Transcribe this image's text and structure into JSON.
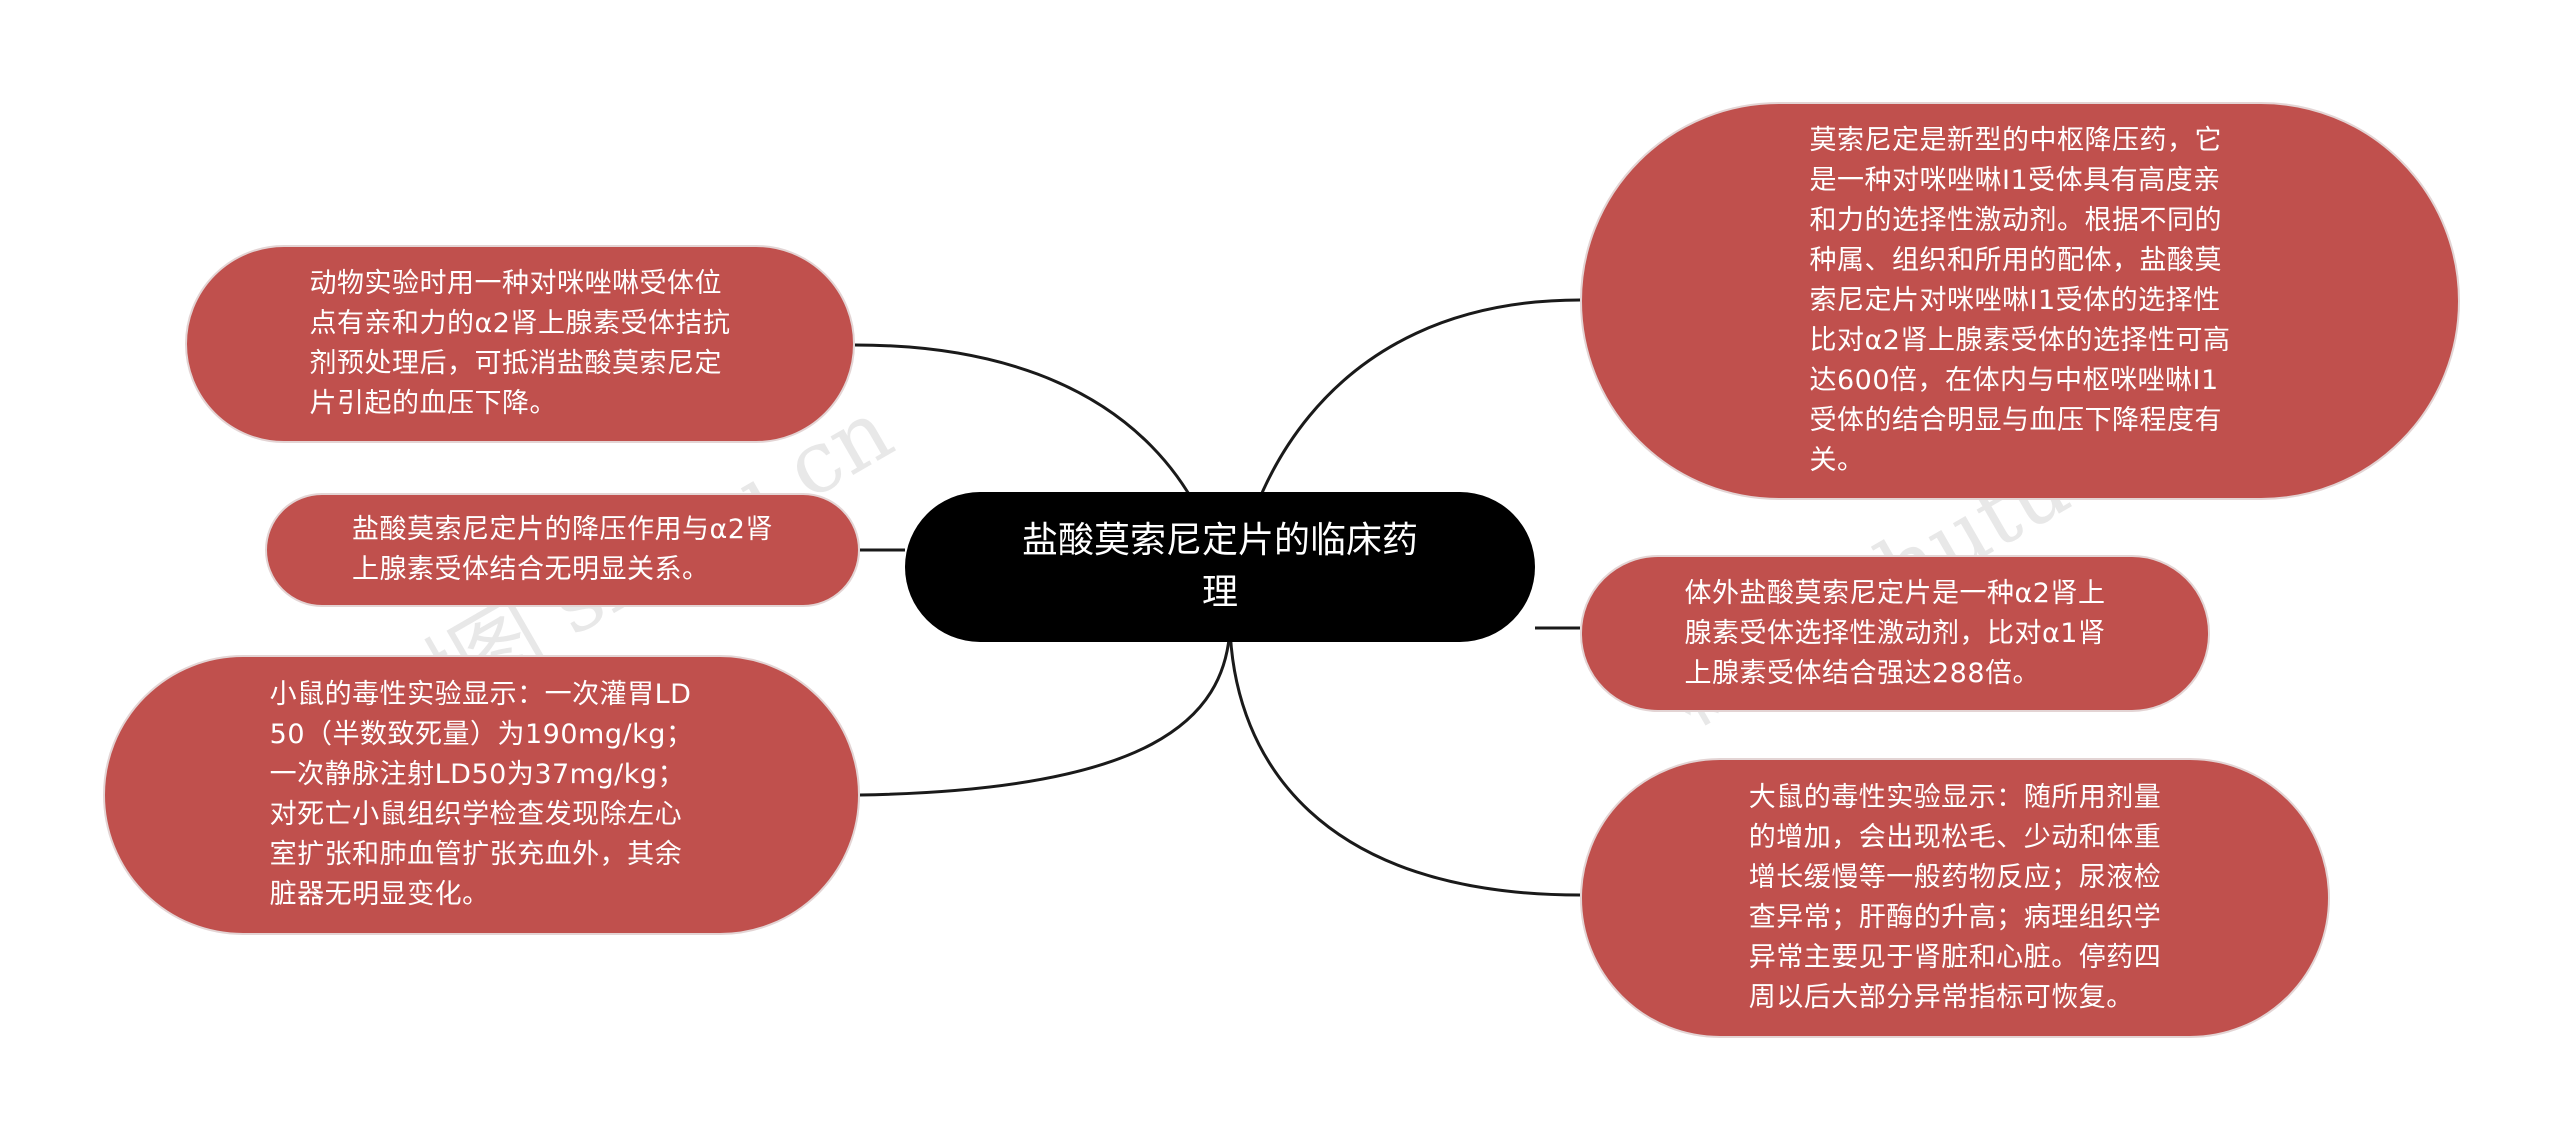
{
  "center": {
    "title": "盐酸莫索尼定片的临床药\n理"
  },
  "nodes": {
    "left1": "动物实验时用一种对咪唑啉受体位\n点有亲和力的α2肾上腺素受体拮抗\n剂预处理后，可抵消盐酸莫索尼定\n片引起的血压下降。",
    "left2": "盐酸莫索尼定片的降压作用与α2肾\n上腺素受体结合无明显关系。",
    "left3": "小鼠的毒性实验显示：一次灌胃LD\n50（半数致死量）为190mg/kg；\n一次静脉注射LD50为37mg/kg；\n对死亡小鼠组织学检查发现除左心\n室扩张和肺血管扩张充血外，其余\n脏器无明显变化。",
    "right1": "莫索尼定是新型的中枢降压药，它\n是一种对咪唑啉I1受体具有高度亲\n和力的选择性激动剂。根据不同的\n种属、组织和所用的配体，盐酸莫\n索尼定片对咪唑啉I1受体的选择性\n比对α2肾上腺素受体的选择性可高\n达600倍，在体内与中枢咪唑啉I1\n受体的结合明显与血压下降程度有\n关。",
    "right2": "体外盐酸莫索尼定片是一种α2肾上\n腺素受体选择性激动剂，比对α1肾\n上腺素受体结合强达288倍。",
    "right3": "大鼠的毒性实验显示：随所用剂量\n的增加，会出现松毛、少动和体重\n增长缓慢等一般药物反应；尿液检\n查异常；肝酶的升高；病理组织学\n异常主要见于肾脏和心脏。停药四\n周以后大部分异常指标可恢复。"
  },
  "watermarks": {
    "left": "树图 shutu.cn",
    "right": "树图 shutu"
  },
  "colors": {
    "node_fill": "#c0504d",
    "center_fill": "#000000",
    "connector": "#1a1a1a"
  }
}
